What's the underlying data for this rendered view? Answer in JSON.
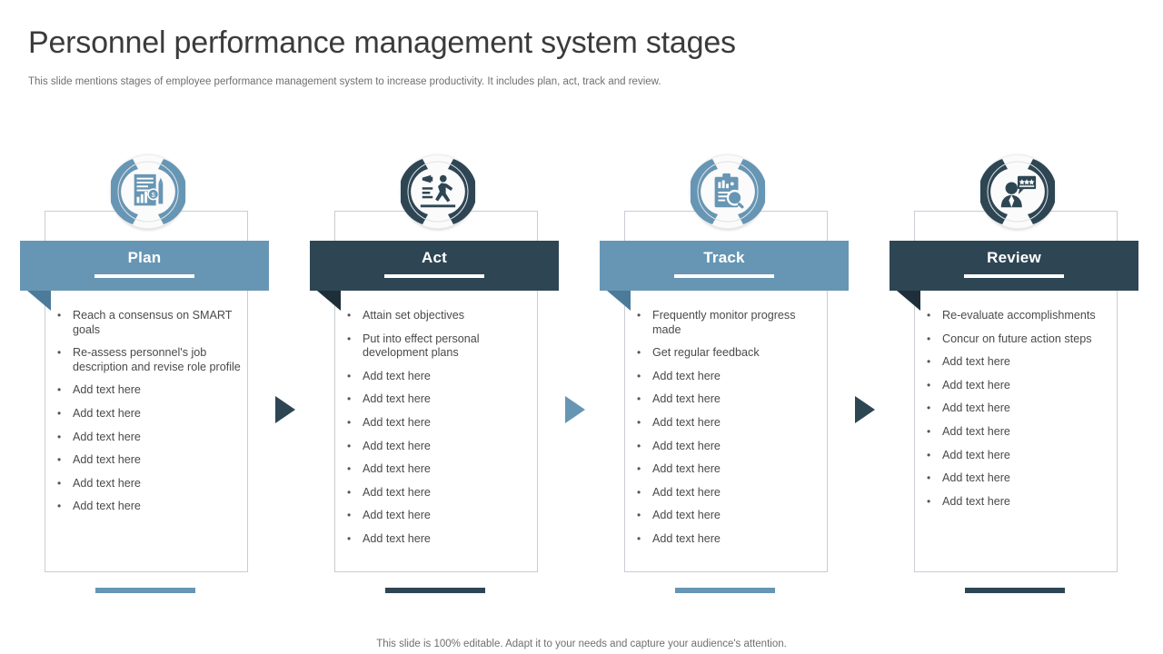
{
  "header": {
    "title": "Personnel performance management system stages",
    "subtitle": "This slide mentions stages of employee performance management system to increase productivity. It includes plan, act, track and review."
  },
  "footer": {
    "note": "This slide is 100% editable. Adapt it to your needs and capture your audience's attention."
  },
  "colors": {
    "light_blue": "#6796b4",
    "dark_navy": "#2e4654",
    "fold_light_blue": "#4b7b99",
    "fold_dark_navy": "#1e2f3a",
    "text": "#4a4a4a",
    "frame_border": "#c9cdd1"
  },
  "stages": [
    {
      "label": "Plan",
      "color": "#6796b4",
      "fold_color": "#4b7b99",
      "icon": "document-chart-pen-icon",
      "bullets": [
        "Reach a consensus on SMART goals",
        "Re-assess personnel's job description and revise role profile",
        "Add text here",
        "Add text here",
        "Add text here",
        "Add text here",
        "Add text here",
        "Add text here"
      ]
    },
    {
      "label": "Act",
      "color": "#2e4654",
      "fold_color": "#1e2f3a",
      "icon": "running-person-megaphone-icon",
      "bullets": [
        "Attain set objectives",
        "Put into effect personal development plans",
        "Add text here",
        "Add text here",
        "Add text here",
        "Add text here",
        "Add text here",
        "Add text here",
        "Add text here",
        "Add text here"
      ]
    },
    {
      "label": "Track",
      "color": "#6796b4",
      "fold_color": "#4b7b99",
      "icon": "clipboard-magnifier-icon",
      "bullets": [
        "Frequently monitor progress made",
        "Get regular feedback",
        "Add text here",
        "Add text here",
        "Add text here",
        "Add text here",
        "Add text here",
        "Add text here",
        "Add text here",
        "Add text here"
      ]
    },
    {
      "label": "Review",
      "color": "#2e4654",
      "fold_color": "#1e2f3a",
      "icon": "person-feedback-stars-icon",
      "bullets": [
        "Re-evaluate accomplishments",
        "Concur on future action steps",
        "Add text here",
        "Add text here",
        "Add text here",
        "Add text here",
        "Add text here",
        "Add text here",
        "Add text here"
      ]
    }
  ],
  "arrows": [
    {
      "name": "arrow-plan-to-act",
      "color": "#2e4654"
    },
    {
      "name": "arrow-act-to-track",
      "color": "#6796b4"
    },
    {
      "name": "arrow-track-to-review",
      "color": "#2e4654"
    }
  ]
}
